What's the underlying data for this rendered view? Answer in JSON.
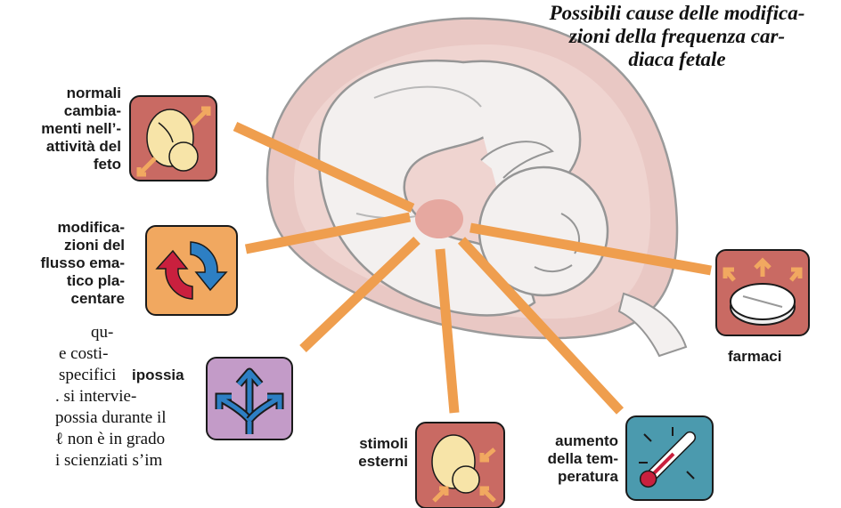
{
  "title": {
    "lines": [
      "Possibili cause delle modifica-",
      "zioni della frequenza car-",
      "diaca fetale"
    ]
  },
  "causes": [
    {
      "lines": [
        "normali",
        "cambia-",
        "menti nell’-",
        "attività del",
        "feto"
      ],
      "icon": "fetus-icon"
    },
    {
      "lines": [
        "modifica-",
        "zioni del",
        "flusso ema-",
        "tico pla-",
        "centare"
      ],
      "icon": "circulation-arrows-icon"
    },
    {
      "lines": [
        "ipossia"
      ],
      "icon": "branching-arrows-icon"
    },
    {
      "lines": [
        "stimoli",
        "esterni"
      ],
      "icon": "fetus-stimuli-icon"
    },
    {
      "lines": [
        "aumento",
        "della tem-",
        "peratura"
      ],
      "icon": "thermometer-icon"
    },
    {
      "lines": [
        "farmaci"
      ],
      "icon": "pill-icon"
    }
  ],
  "body_text": {
    "lines": [
      "qu-",
      "e costi-",
      "specifici",
      ". si intervie-",
      "possia durante il",
      "ℓ non è in grado",
      "i scienziati s’im"
    ]
  },
  "colors": {
    "ray": "#ef9e4e",
    "heart": "#e6a8a0",
    "uterus": "#e9c8c4",
    "fetus_body": "#f3f0ef",
    "fetus_outline": "#969696",
    "icon_red": "#c96a63",
    "icon_orange": "#f1a860",
    "icon_purple": "#c39bc8",
    "icon_teal": "#4b9aae",
    "arrow_blue": "#2d7fc4",
    "arrow_red": "#c9203e"
  }
}
